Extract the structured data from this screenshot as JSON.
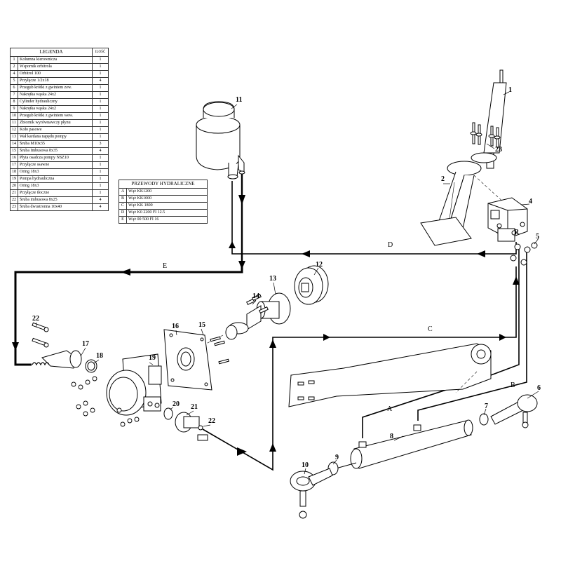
{
  "legend": {
    "title": "LEGENDA",
    "qty_header": "ILOŚĆ",
    "items": [
      {
        "no": "1",
        "name": "Kolumna kierownicza",
        "qty": "1"
      },
      {
        "no": "2",
        "name": "Wspornik orbitrola",
        "qty": "1"
      },
      {
        "no": "4",
        "name": "Orbitrol 100",
        "qty": "1"
      },
      {
        "no": "5",
        "name": "Przyłącze 1/2x18",
        "qty": "4"
      },
      {
        "no": "6",
        "name": "Przegub krótki z gwintem zew.",
        "qty": "1"
      },
      {
        "no": "7",
        "name": "Nakrętka wąska 24x2",
        "qty": "1"
      },
      {
        "no": "8",
        "name": "Cylinder hydrauliczny",
        "qty": "1"
      },
      {
        "no": "9",
        "name": "Nakrętka wąska 24x2",
        "qty": "1"
      },
      {
        "no": "10",
        "name": "Przegub krótki z gwintem wew.",
        "qty": "1"
      },
      {
        "no": "11",
        "name": "Zbiornik wyrównawczy płynu",
        "qty": "1"
      },
      {
        "no": "12",
        "name": "Koło pasowe",
        "qty": "1"
      },
      {
        "no": "13",
        "name": "Wał kardana napędu pompy",
        "qty": "1"
      },
      {
        "no": "14",
        "name": "Śruba M10x35",
        "qty": "3"
      },
      {
        "no": "15",
        "name": "Śruba Imbusowa 8x35",
        "qty": "4"
      },
      {
        "no": "16",
        "name": "Płyta osadcza pompy NSZ10",
        "qty": "1"
      },
      {
        "no": "17",
        "name": "Przyłącze ssawne",
        "qty": "1"
      },
      {
        "no": "18",
        "name": "Oring 18x3",
        "qty": "1"
      },
      {
        "no": "19",
        "name": "Pompa hydrauliczna",
        "qty": "1"
      },
      {
        "no": "20",
        "name": "Oring 18x3",
        "qty": "1"
      },
      {
        "no": "21",
        "name": "Przyłącze tłoczne",
        "qty": "1"
      },
      {
        "no": "22",
        "name": "Śruba imbusowa 8x25",
        "qty": "4"
      },
      {
        "no": "23",
        "name": "Śruba dwustronna 10x40",
        "qty": "4"
      }
    ]
  },
  "hoses": {
    "title": "PRZEWODY HYDRALICZNE",
    "items": [
      {
        "letter": "A",
        "name": "Wąż KK1200"
      },
      {
        "letter": "B",
        "name": "Wąż KK1000"
      },
      {
        "letter": "C",
        "name": "Wąż KK 1800"
      },
      {
        "letter": "D",
        "name": "Wąż K0 2200 FI 12.5"
      },
      {
        "letter": "E",
        "name": "Wąż 00 500 FI 16"
      }
    ]
  },
  "callouts": {
    "c1": "1",
    "c2": "2",
    "c23": "23",
    "c4": "4",
    "c5": "5",
    "c6": "6",
    "c7": "7",
    "c8": "8",
    "c9": "9",
    "c10": "10",
    "c11": "11",
    "c12": "12",
    "c13": "13",
    "c14": "14",
    "c15": "15",
    "c16": "16",
    "c17": "17",
    "c18": "18",
    "c19": "19",
    "c20": "20",
    "c21": "21",
    "c22a": "22",
    "c22b": "22",
    "cR": "R",
    "hA": "A",
    "hB": "B",
    "hC": "C",
    "hD": "D",
    "hE": "E"
  },
  "colors": {
    "line": "#000000",
    "background": "#ffffff"
  }
}
